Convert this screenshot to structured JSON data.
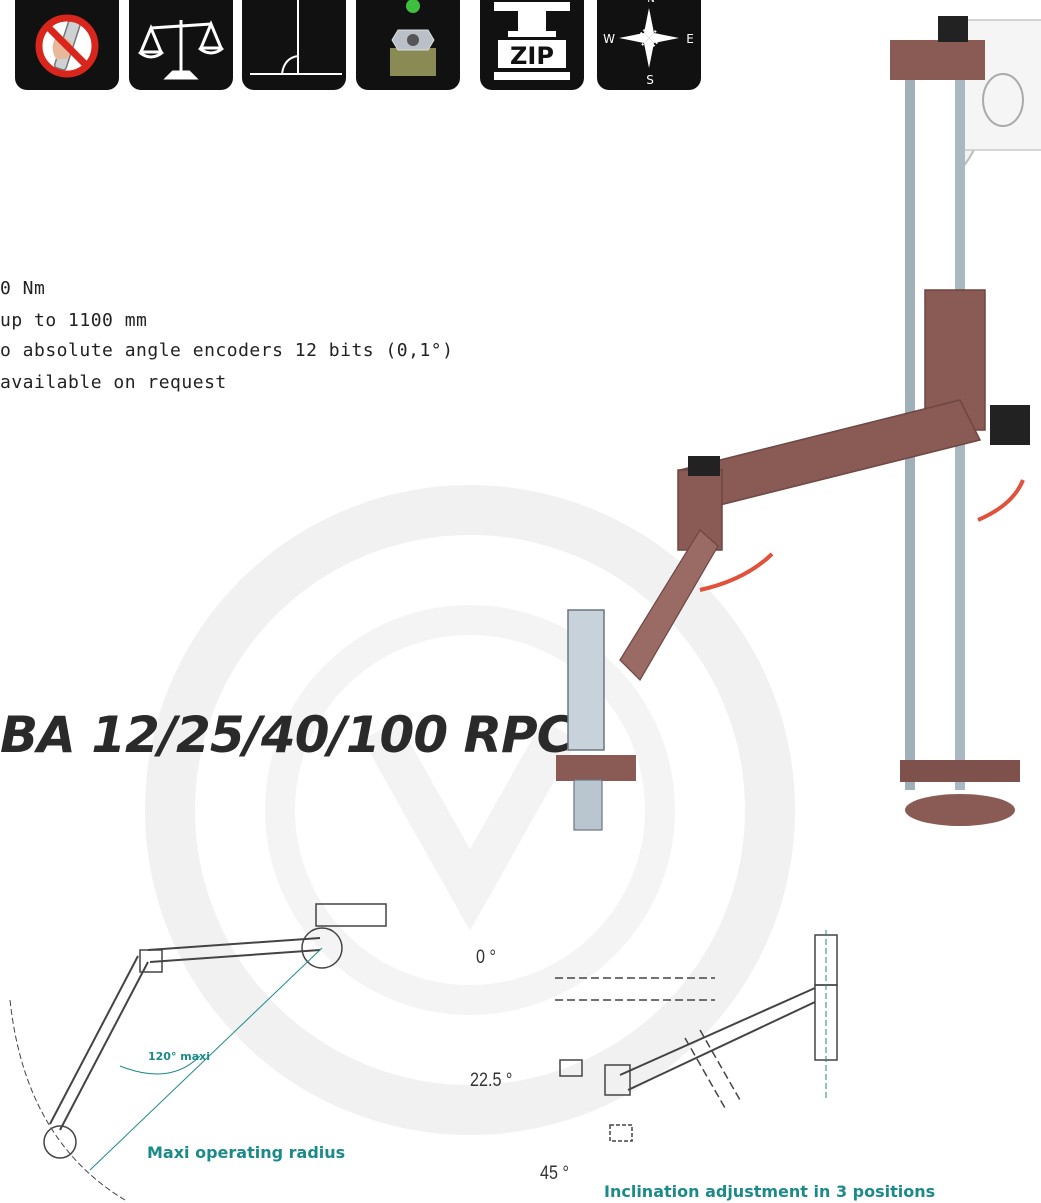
{
  "icons": [
    {
      "name": "no-reaction-icon"
    },
    {
      "name": "balance-icon"
    },
    {
      "name": "right-angle-icon"
    },
    {
      "name": "nut-sensor-icon"
    },
    {
      "name": "zip-clamp-icon",
      "label": "ZIP"
    },
    {
      "name": "compass-icon",
      "letters": {
        "north": "N",
        "west": "W",
        "east": "E",
        "south": "S"
      }
    }
  ],
  "specs": [
    "0 Nm",
    "up to 1100 mm",
    "o absolute angle encoders 12 bits (0,1°)",
    "available on request"
  ],
  "product_title": "BA 12/25/40/100 RPC",
  "diagram_radius": {
    "angle_label": "120° maxi",
    "caption": "Maxi operating radius"
  },
  "diagram_inclination": {
    "angles": [
      "0 °",
      "22.5 °",
      "45 °"
    ],
    "caption": "Inclination adjustment in 3 positions"
  },
  "colors": {
    "tile": "#111111",
    "arm": "#8a5a55",
    "accent_arrow": "#e0523c",
    "caption": "#1d8a8a"
  }
}
